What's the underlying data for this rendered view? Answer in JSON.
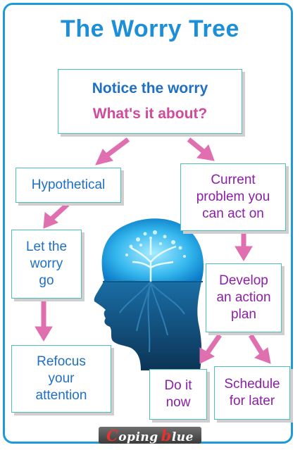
{
  "title": "The Worry Tree",
  "boxes": {
    "notice": {
      "line1": "Notice the worry",
      "line2": "What's it about?"
    },
    "hypothetical": "Hypothetical",
    "current": [
      "Current",
      "problem you",
      "can act on"
    ],
    "let_go": [
      "Let the",
      "worry",
      "go"
    ],
    "refocus": [
      "Refocus",
      "your",
      "attention"
    ],
    "develop": [
      "Develop",
      "an action",
      "plan"
    ],
    "do_it": [
      "Do it",
      "now"
    ],
    "schedule": [
      "Schedule",
      "for later"
    ]
  },
  "logo": {
    "cap1": "C",
    "rest1": "oping",
    "cap2": "b",
    "rest2": "lue"
  },
  "colors": {
    "accent": "#1e8fd6",
    "box_border": "#4fc1b7",
    "arrow": "#e06fb0",
    "heading": "#1f6fc4",
    "action": "#8b1fa6",
    "question": "#d14a9c"
  },
  "icons": [
    "head-tree-illustration",
    "arrow-icon"
  ]
}
